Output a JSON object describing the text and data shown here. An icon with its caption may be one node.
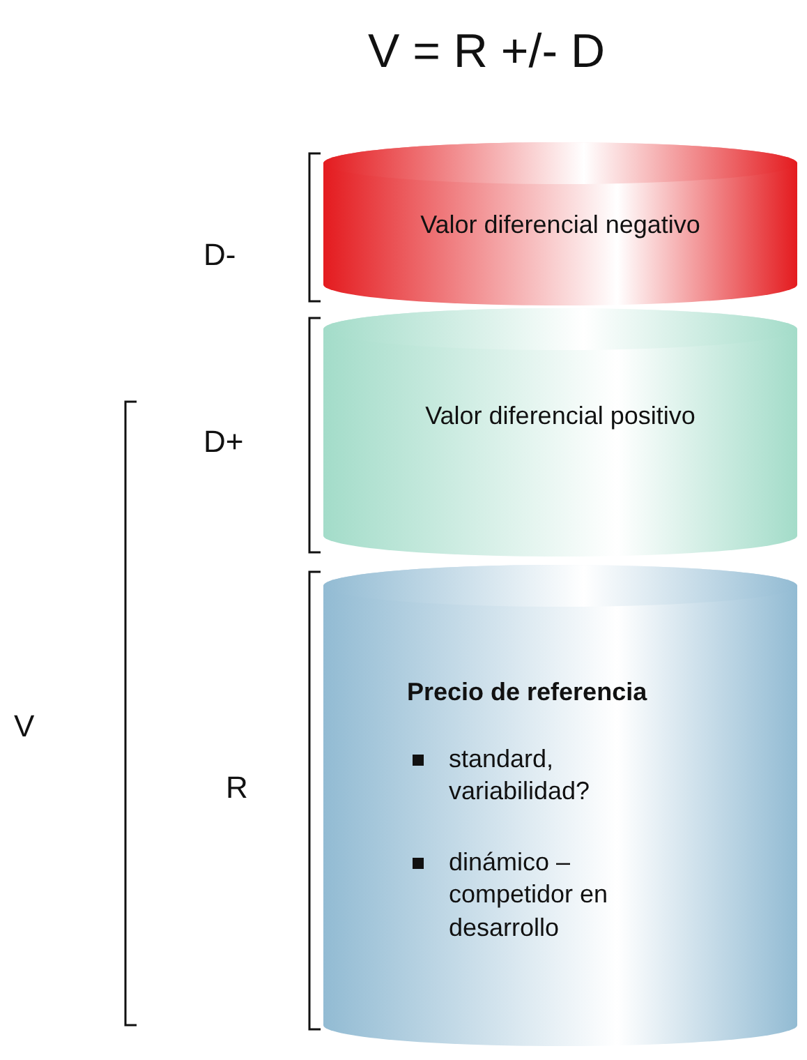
{
  "diagram": {
    "title": "V = R +/- D",
    "nodes": [
      {
        "text": [
          "Valor diferencial negativo"
        ]
      },
      {
        "text": [
          "Valor diferencial positivo"
        ]
      },
      {
        "text": [
          "Precio de referencia",
          "standard, variabilidad?",
          "dinámico – competidor en desarrollo"
        ]
      }
    ],
    "labels": [
      "D-",
      "D+",
      "V",
      "R"
    ]
  }
}
